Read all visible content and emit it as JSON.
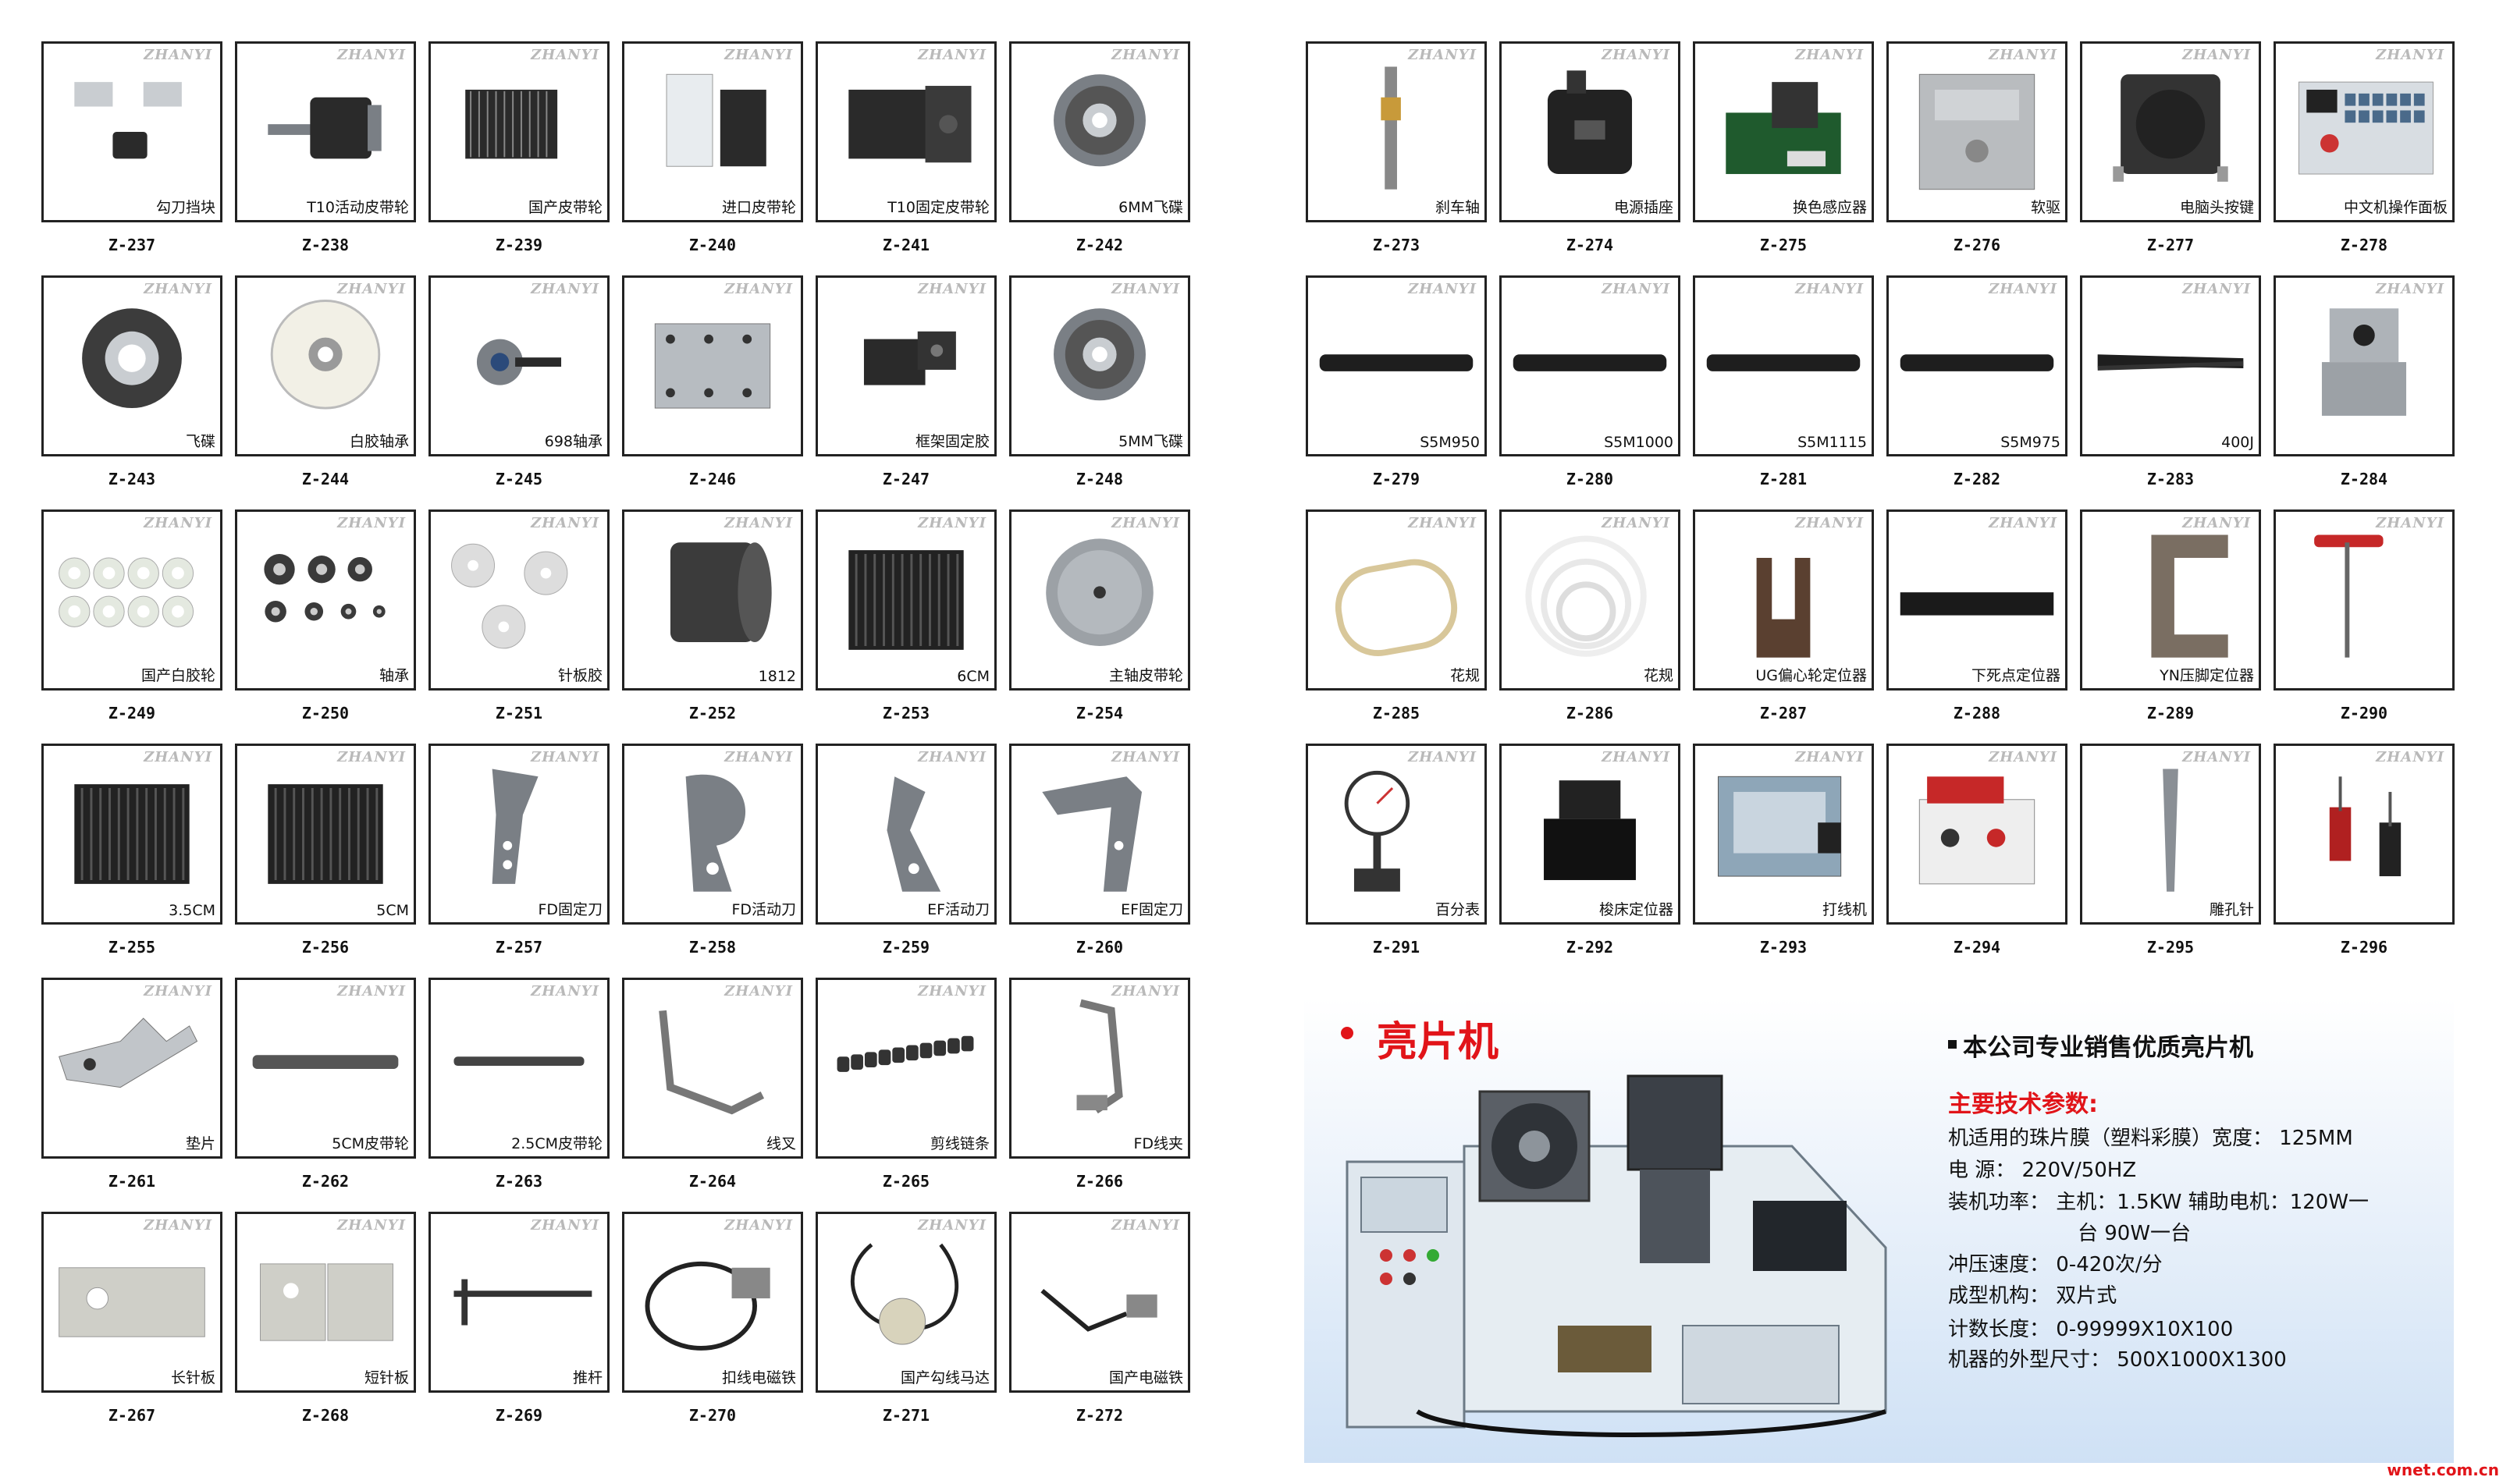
{
  "watermark": "ZHANYI",
  "left_products": [
    {
      "code": "Z-237",
      "name": "勾刀挡块",
      "icon": "blocks"
    },
    {
      "code": "Z-238",
      "name": "T10活动皮带轮",
      "icon": "pulley-bolt"
    },
    {
      "code": "Z-239",
      "name": "国产皮带轮",
      "icon": "pulley"
    },
    {
      "code": "Z-240",
      "name": "进口皮带轮",
      "icon": "pulley-pair"
    },
    {
      "code": "Z-241",
      "name": "T10固定皮带轮",
      "icon": "pulley-block"
    },
    {
      "code": "Z-242",
      "name": "6MM飞碟",
      "icon": "bearing"
    },
    {
      "code": "Z-243",
      "name": "飞碟",
      "icon": "bearing-large"
    },
    {
      "code": "Z-244",
      "name": "白胶轴承",
      "icon": "white-wheel"
    },
    {
      "code": "Z-245",
      "name": "698轴承",
      "icon": "small-bearing"
    },
    {
      "code": "Z-246",
      "name": "",
      "icon": "plate-holes"
    },
    {
      "code": "Z-247",
      "name": "框架固定胶",
      "icon": "block-dark"
    },
    {
      "code": "Z-248",
      "name": "5MM飞碟",
      "icon": "bearing"
    },
    {
      "code": "Z-249",
      "name": "国产白胶轮",
      "icon": "washers"
    },
    {
      "code": "Z-250",
      "name": "轴承",
      "icon": "bearing-set"
    },
    {
      "code": "Z-251",
      "name": "针板胶",
      "icon": "washers-few"
    },
    {
      "code": "Z-252",
      "name": "1812",
      "icon": "cylinder"
    },
    {
      "code": "Z-253",
      "name": "6CM",
      "icon": "grooved-plate"
    },
    {
      "code": "Z-254",
      "name": "主轴皮带轮",
      "icon": "disc"
    },
    {
      "code": "Z-255",
      "name": "3.5CM",
      "icon": "grooved-plate"
    },
    {
      "code": "Z-256",
      "name": "5CM",
      "icon": "grooved-plate"
    },
    {
      "code": "Z-257",
      "name": "FD固定刀",
      "icon": "knife-bar"
    },
    {
      "code": "Z-258",
      "name": "FD活动刀",
      "icon": "knife-curve"
    },
    {
      "code": "Z-259",
      "name": "EF活动刀",
      "icon": "knife-hook"
    },
    {
      "code": "Z-260",
      "name": "EF固定刀",
      "icon": "knife-angle"
    },
    {
      "code": "Z-261",
      "name": "垫片",
      "icon": "bracket"
    },
    {
      "code": "Z-262",
      "name": "5CM皮带轮",
      "icon": "rod"
    },
    {
      "code": "Z-263",
      "name": "2.5CM皮带轮",
      "icon": "rod-thin"
    },
    {
      "code": "Z-264",
      "name": "线叉",
      "icon": "wire-fork"
    },
    {
      "code": "Z-265",
      "name": "剪线链条",
      "icon": "chain"
    },
    {
      "code": "Z-266",
      "name": "FD线夹",
      "icon": "clip"
    },
    {
      "code": "Z-267",
      "name": "长针板",
      "icon": "needle-plate"
    },
    {
      "code": "Z-268",
      "name": "短针板",
      "icon": "needle-plate-short"
    },
    {
      "code": "Z-269",
      "name": "推杆",
      "icon": "push-rod"
    },
    {
      "code": "Z-270",
      "name": "扣线电磁铁",
      "icon": "solenoid-loop"
    },
    {
      "code": "Z-271",
      "name": "国产勾线马达",
      "icon": "motor"
    },
    {
      "code": "Z-272",
      "name": "国产电磁铁",
      "icon": "solenoid-wire"
    }
  ],
  "right_products": [
    {
      "code": "Z-273",
      "name": "刹车轴",
      "icon": "shaft"
    },
    {
      "code": "Z-274",
      "name": "电源插座",
      "icon": "socket"
    },
    {
      "code": "Z-275",
      "name": "换色感应器",
      "icon": "sensor-board"
    },
    {
      "code": "Z-276",
      "name": "软驱",
      "icon": "floppy"
    },
    {
      "code": "Z-277",
      "name": "电脑头按键",
      "icon": "switch"
    },
    {
      "code": "Z-278",
      "name": "中文机操作面板",
      "icon": "panel"
    },
    {
      "code": "Z-279",
      "name": "S5M950",
      "icon": "belt"
    },
    {
      "code": "Z-280",
      "name": "S5M1000",
      "icon": "belt"
    },
    {
      "code": "Z-281",
      "name": "S5M1115",
      "icon": "belt"
    },
    {
      "code": "Z-282",
      "name": "S5M975",
      "icon": "belt"
    },
    {
      "code": "Z-283",
      "name": "400J",
      "icon": "belt-loop"
    },
    {
      "code": "Z-284",
      "name": "",
      "icon": "coupling"
    },
    {
      "code": "Z-285",
      "name": "花规",
      "icon": "hoop"
    },
    {
      "code": "Z-286",
      "name": "花规",
      "icon": "hoop-rings"
    },
    {
      "code": "Z-287",
      "name": "UG偏心轮定位器",
      "icon": "u-block"
    },
    {
      "code": "Z-288",
      "name": "下死点定位器",
      "icon": "flat-bar"
    },
    {
      "code": "Z-289",
      "name": "YN压脚定位器",
      "icon": "c-bracket"
    },
    {
      "code": "Z-290",
      "name": "",
      "icon": "t-wrench"
    },
    {
      "code": "Z-291",
      "name": "百分表",
      "icon": "dial-gauge"
    },
    {
      "code": "Z-292",
      "name": "梭床定位器",
      "icon": "cup"
    },
    {
      "code": "Z-293",
      "name": "打线机",
      "icon": "winder"
    },
    {
      "code": "Z-294",
      "name": "",
      "icon": "tool-machine"
    },
    {
      "code": "Z-295",
      "name": "雕孔针",
      "icon": "awl"
    },
    {
      "code": "Z-296",
      "name": "",
      "icon": "screwdrivers"
    }
  ],
  "promo": {
    "title": "亮片机",
    "subtitle": "本公司专业销售优质亮片机",
    "specs_title": "主要技术参数:",
    "specs": [
      "机适用的珠片膜（塑料彩膜）宽度： 125MM",
      "电 源： 220V/50HZ",
      "装机功率： 主机：1.5KW 辅助电机：120W一",
      "台 90W一台",
      "冲压速度： 0-420次/分",
      "成型机构： 双片式",
      "计数长度： 0-99999X10X100",
      "机器的外型尺寸： 500X1000X1300"
    ]
  },
  "footer": {
    "url_prefix": "wnet",
    "url_suffix": ".com.cn"
  }
}
